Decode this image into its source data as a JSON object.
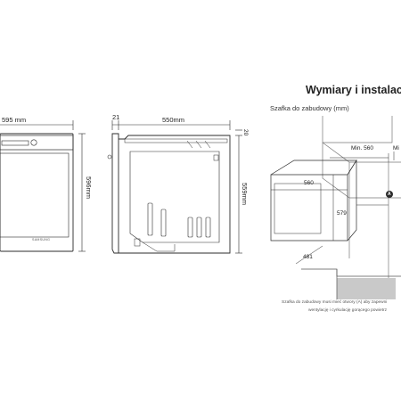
{
  "header": {
    "title": "Wymiary i instalac",
    "subtitle": "Szafka do zabudowy (mm)"
  },
  "front_view": {
    "width_label": "595 mm",
    "height_label": "596mm",
    "brand_text": "SAMSUNG"
  },
  "side_view": {
    "door_depth_label": "21",
    "depth_label": "550mm",
    "top_label": "20",
    "height_label": "559mm"
  },
  "cabinet": {
    "min_width_label": "Min. 560",
    "min_right_label": "Mi",
    "oven_width_label": "560",
    "oven_height_label": "579",
    "oven_depth_label": "481",
    "marker_label": "A"
  },
  "note": {
    "line1": "Szafka do zabudowy musi mieć otwory (A) aby zapewni",
    "line2": "wentylację i cyrkulację gorącego powietrz"
  },
  "colors": {
    "line": "#2b2b2b",
    "light_line": "#9a9a9a",
    "shadow": "#e6e6e6",
    "floor_stripe": "#c9c9c9"
  }
}
